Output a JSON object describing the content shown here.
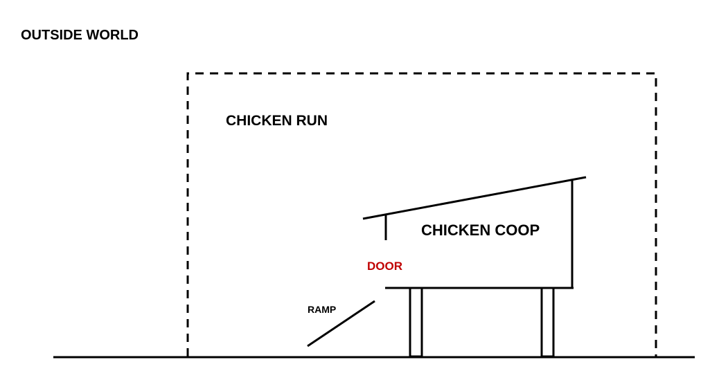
{
  "labels": {
    "outside_world": "OUTSIDE WORLD",
    "chicken_run": "CHICKEN RUN",
    "chicken_coop": "CHICKEN COOP",
    "door": "DOOR",
    "ramp": "RAMP"
  },
  "colors": {
    "line": "#000000",
    "text": "#000000",
    "door_text": "#c00000",
    "background": "#ffffff"
  }
}
